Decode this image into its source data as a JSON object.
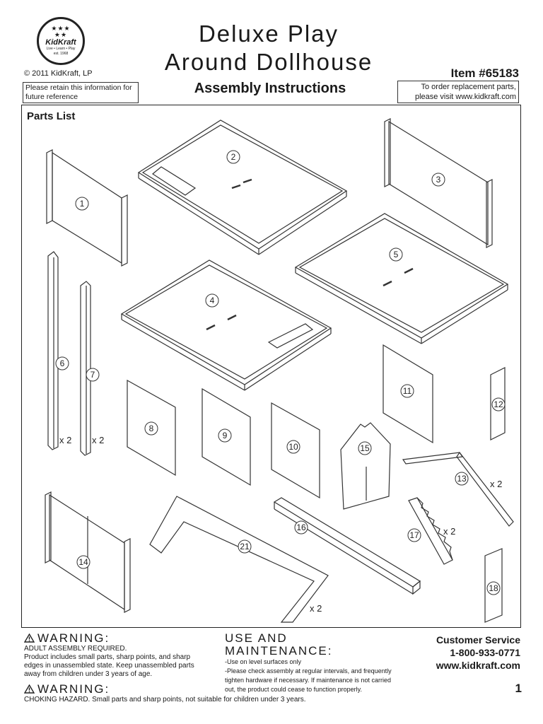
{
  "header": {
    "logo_brand": "KidKraft",
    "logo_tagline": "Live • Learn • Play",
    "logo_est": "est. 1968",
    "copyright": "© 2011 KidKraft, LP",
    "retain_note": "Please retain this information for future reference",
    "title_line1": "Deluxe Play",
    "title_line2": "Around Dollhouse",
    "subtitle": "Assembly Instructions",
    "item": "Item #65183",
    "order_note": "To order replacement parts, please visit www.kidkraft.com"
  },
  "parts": {
    "title": "Parts List",
    "labels": [
      "1",
      "2",
      "3",
      "4",
      "5",
      "6",
      "7",
      "8",
      "9",
      "10",
      "11",
      "12",
      "13",
      "14",
      "15",
      "16",
      "17",
      "18",
      "21"
    ],
    "quantities": [
      "x 2",
      "x 2",
      "x 2",
      "x 2",
      "x 2"
    ]
  },
  "footer": {
    "warning_heading": "WARNING:",
    "adult_assembly": "ADULT ASSEMBLY REQUIRED.",
    "warning_text": "Product includes small parts, sharp points, and sharp edges in unassembled state. Keep unassembled parts away from children under 3 years of age.",
    "use_heading": "USE AND MAINTENANCE:",
    "use_line1": "-Use on level surfaces only",
    "use_line2": "-Please check assembly at regular intervals, and frequently tighten hardware if necessary. If maintenance is not carried out, the product could cease to function properly.",
    "service_title": "Customer Service",
    "service_phone": "1-800-933-0771",
    "service_web": "www.kidkraft.com",
    "warning2_heading": "WARNING:",
    "choking": "CHOKING HAZARD. Small parts and sharp points, not suitable for children under 3 years.",
    "page_number": "1"
  }
}
